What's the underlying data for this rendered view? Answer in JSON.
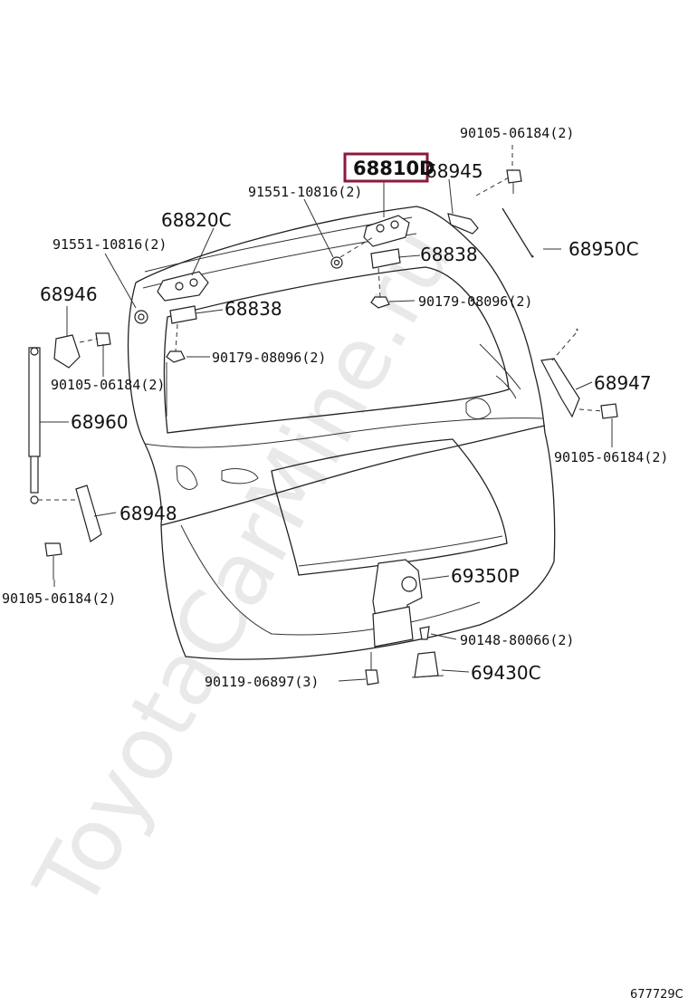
{
  "watermark": "ToyotaCarMine.ru",
  "reference_code": "677729C",
  "highlight_color": "#8b1a3a",
  "highlighted_part": "68810D",
  "callouts": {
    "c_68810D": "68810D",
    "c_68945": "68945",
    "c_90105_top": "90105-06184(2)",
    "c_91551_top": "91551-10816(2)",
    "c_68820C": "68820C",
    "c_91551_left": "91551-10816(2)",
    "c_68838_right": "68838",
    "c_68950C": "68950C",
    "c_68946": "68946",
    "c_90179_right": "90179-08096(2)",
    "c_68838_left": "68838",
    "c_90179_left": "90179-08096(2)",
    "c_90105_left": "90105-06184(2)",
    "c_68947": "68947",
    "c_68960": "68960",
    "c_90105_right": "90105-06184(2)",
    "c_68948": "68948",
    "c_69350P": "69350P",
    "c_90105_bottom": "90105-06184(2)",
    "c_90148": "90148-80066(2)",
    "c_69430C": "69430C",
    "c_90119": "90119-06897(3)"
  }
}
